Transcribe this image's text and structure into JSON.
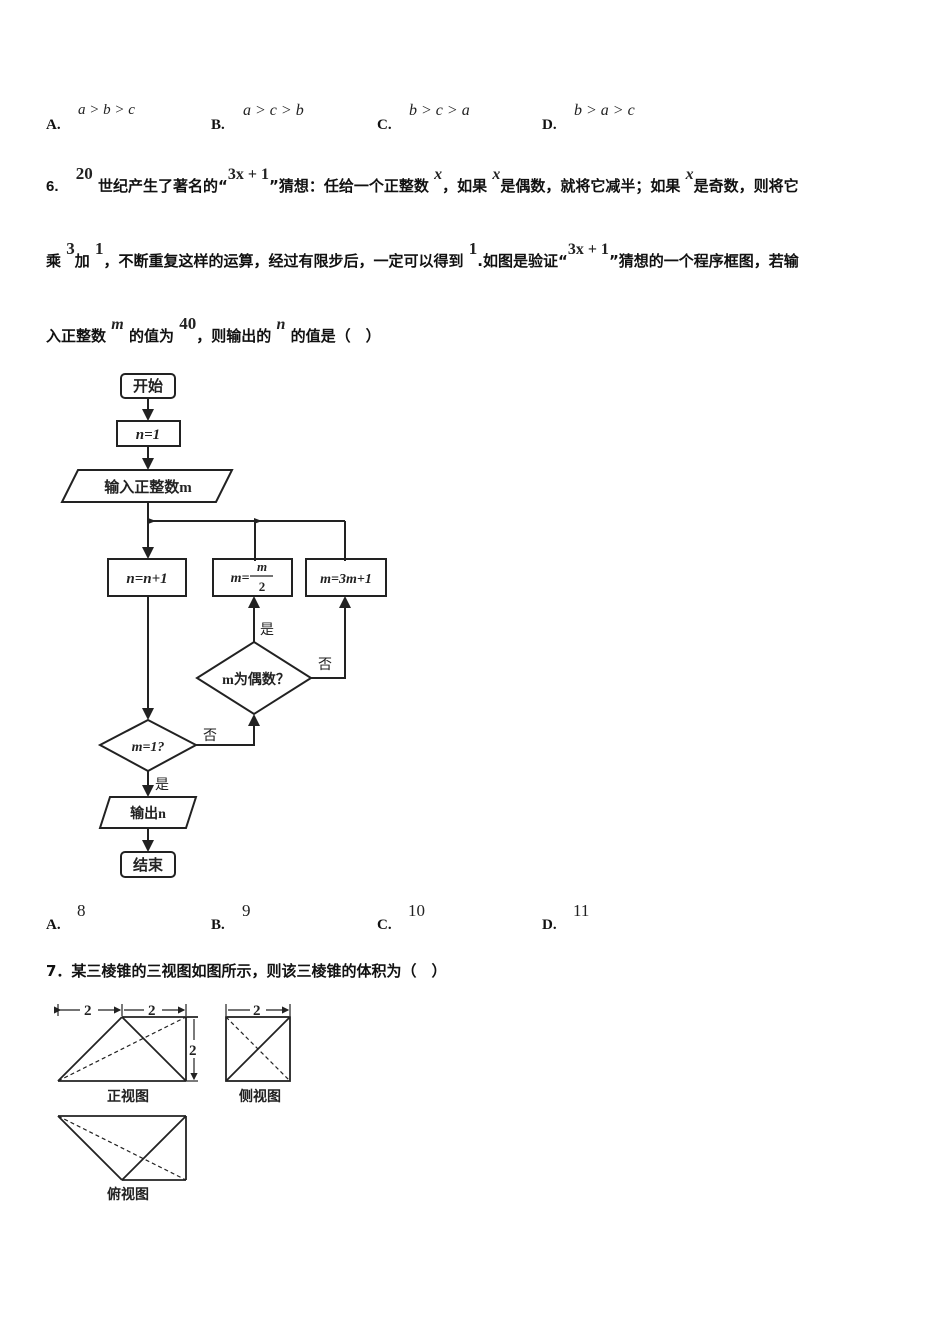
{
  "q5_options": [
    {
      "label": "A.",
      "value": "a > b > c"
    },
    {
      "label": "B.",
      "value": "a > c > b"
    },
    {
      "label": "C.",
      "value": "b > c > a"
    },
    {
      "label": "D.",
      "value": "b > a > c"
    }
  ],
  "q6": {
    "number": "6.",
    "line1": {
      "m1": "20",
      "t1": "世纪产生了著名的“",
      "m2": "3x + 1",
      "t2": "”猜想：任给一个正整数",
      "m3": "x",
      "t3": "，如果",
      "m4": "x",
      "t4": "是偶数，就将它减半；如果",
      "m5": "x",
      "t5": "是奇数，则将它"
    },
    "line2": {
      "t1": "乘",
      "m1": "3",
      "t2": "加",
      "m2": "1",
      "t3": "，不断重复这样的运算，经过有限步后，一定可以得到",
      "m3": "1",
      "t4": ".如图是验证“",
      "m4": "3x + 1",
      "t5": "”猜想的一个程序框图，若输"
    },
    "line3": {
      "t1": "入正整数",
      "m1": "m",
      "t2": "的值为",
      "m2": "40",
      "t3": "，则输出的",
      "m3": "n",
      "t4": "的值是（　）"
    },
    "flowchart": {
      "start": "开始",
      "init": "n=1",
      "input": "输入正整数m",
      "inc": "n=n+1",
      "half_num": "m",
      "half_lhs": "m=",
      "half_den": "2",
      "triple": "m=3m+1",
      "even_q": "m为偶数？",
      "yes": "是",
      "no": "否",
      "one_q": "m=1?",
      "output": "输出n",
      "end": "结束"
    },
    "options": [
      {
        "label": "A.",
        "value": "8"
      },
      {
        "label": "B.",
        "value": "9"
      },
      {
        "label": "C.",
        "value": "10"
      },
      {
        "label": "D.",
        "value": "11"
      }
    ]
  },
  "q7": {
    "text": "7．某三棱锥的三视图如图所示，则该三棱锥的体积为（　）",
    "front_label": "正视图",
    "side_label": "侧视图",
    "top_label": "俯视图",
    "dim": "2"
  }
}
